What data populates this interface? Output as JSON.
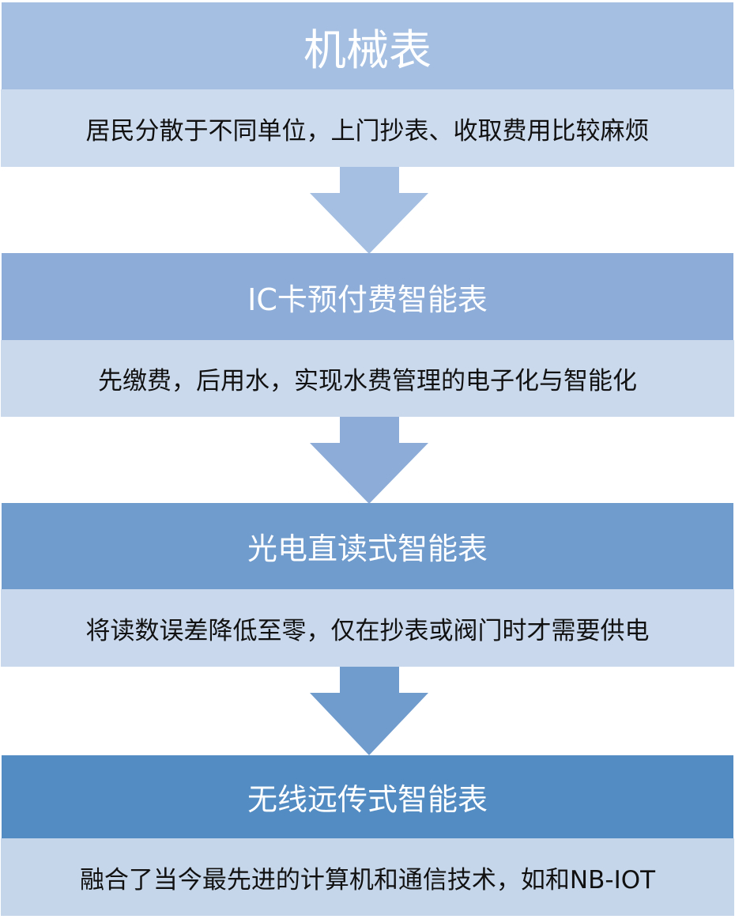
{
  "stages": [
    {
      "title": "机械表",
      "description": "居民分散于不同单位，上门抄表、收取费用比较麻烦",
      "header_color": "#a4bfe2",
      "desc_color": "#cddbee"
    },
    {
      "title": "IC卡预付费智能表",
      "description": "先缴费，后用水，实现水费管理的电子化与智能化",
      "header_color": "#8dadd8",
      "desc_color": "#cbd9ed"
    },
    {
      "title": "光电直读式智能表",
      "description": "将读数误差降低至零，仅在抄表或阀门时才需要供电",
      "header_color": "#6f9bcd",
      "desc_color": "#c9d8ec"
    },
    {
      "title": "无线远传式智能表",
      "description": "融合了当今最先进的计算机和通信技术，如和NB-IOT",
      "header_color": "#538cc2",
      "desc_color": "#c6d6ea"
    }
  ],
  "arrow_colors": [
    "#a4bfe2",
    "#8dadd8",
    "#6f9bcd"
  ]
}
